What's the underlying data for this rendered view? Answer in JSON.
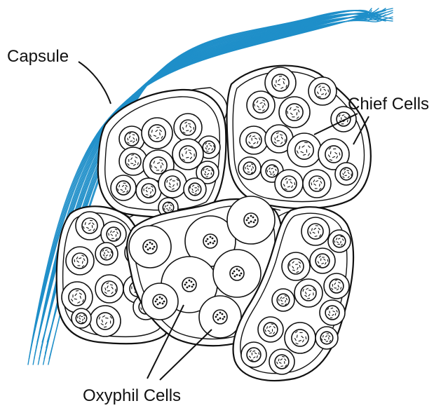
{
  "labels": {
    "capsule": "Capsule",
    "chief_cells": "Chief Cells",
    "oxyphil_cells": "Oxyphil Cells"
  },
  "colors": {
    "capsule_fibers": "#1f8fc9",
    "outline": "#111111",
    "background": "#ffffff"
  },
  "icons": {
    "chief_cell_nucleus": "speckled-nucleus",
    "oxyphil_cell_nucleus": "dotted-small-nucleus"
  }
}
